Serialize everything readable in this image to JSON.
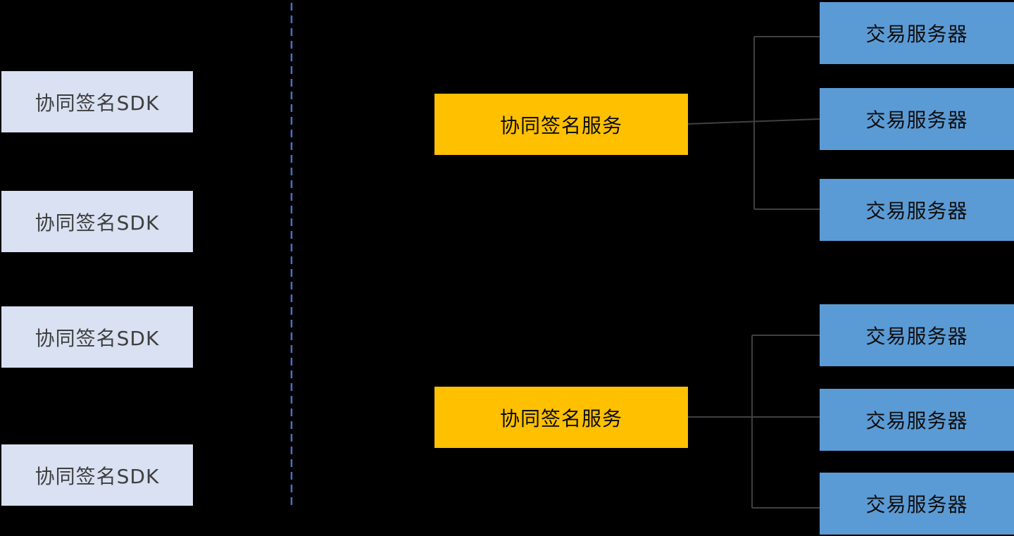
{
  "diagram": {
    "description_visible_text_only": "",
    "sdk_nodes": [
      {
        "label": "协同签名SDK"
      },
      {
        "label": "协同签名SDK"
      },
      {
        "label": "协同签名SDK"
      },
      {
        "label": "协同签名SDK"
      }
    ],
    "service_nodes": [
      {
        "label": "协同签名服务"
      },
      {
        "label": "协同签名服务"
      }
    ],
    "server_nodes": [
      {
        "label": "交易服务器"
      },
      {
        "label": "交易服务器"
      },
      {
        "label": "交易服务器"
      },
      {
        "label": "交易服务器"
      },
      {
        "label": "交易服务器"
      },
      {
        "label": "交易服务器"
      }
    ],
    "connections": [
      {
        "from": "service-node-1",
        "to": [
          "server-node-1",
          "server-node-2",
          "server-node-3"
        ]
      },
      {
        "from": "service-node-2",
        "to": [
          "server-node-4",
          "server-node-5",
          "server-node-6"
        ]
      }
    ],
    "divider": {
      "type": "vertical-dashed-line"
    },
    "colors": {
      "background": "#000000",
      "sdk_fill": "#D9E1F2",
      "sdk_text": "#3F3F3F",
      "service_fill": "#FFC000",
      "server_fill": "#5B9BD5",
      "node_text": "#0D0D0D",
      "connector_line": "#404040",
      "divider_line": "#4472C4"
    }
  }
}
